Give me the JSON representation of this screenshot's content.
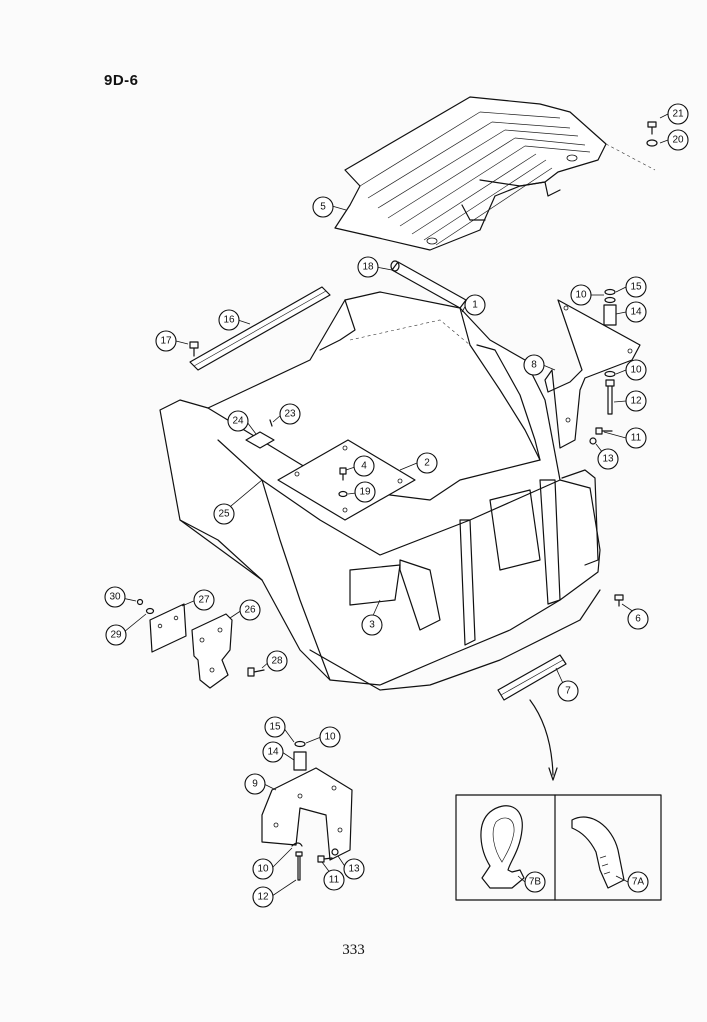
{
  "section": "9D-6",
  "page_number": "333",
  "callouts": [
    "21",
    "20",
    "5",
    "18",
    "1",
    "10",
    "15",
    "14",
    "16",
    "17",
    "8",
    "10",
    "12",
    "11",
    "13",
    "24",
    "23",
    "4",
    "2",
    "19",
    "25",
    "6",
    "30",
    "27",
    "26",
    "29",
    "3",
    "28",
    "7",
    "15",
    "10",
    "14",
    "9",
    "10",
    "13",
    "11",
    "12",
    "7B",
    "7A"
  ]
}
